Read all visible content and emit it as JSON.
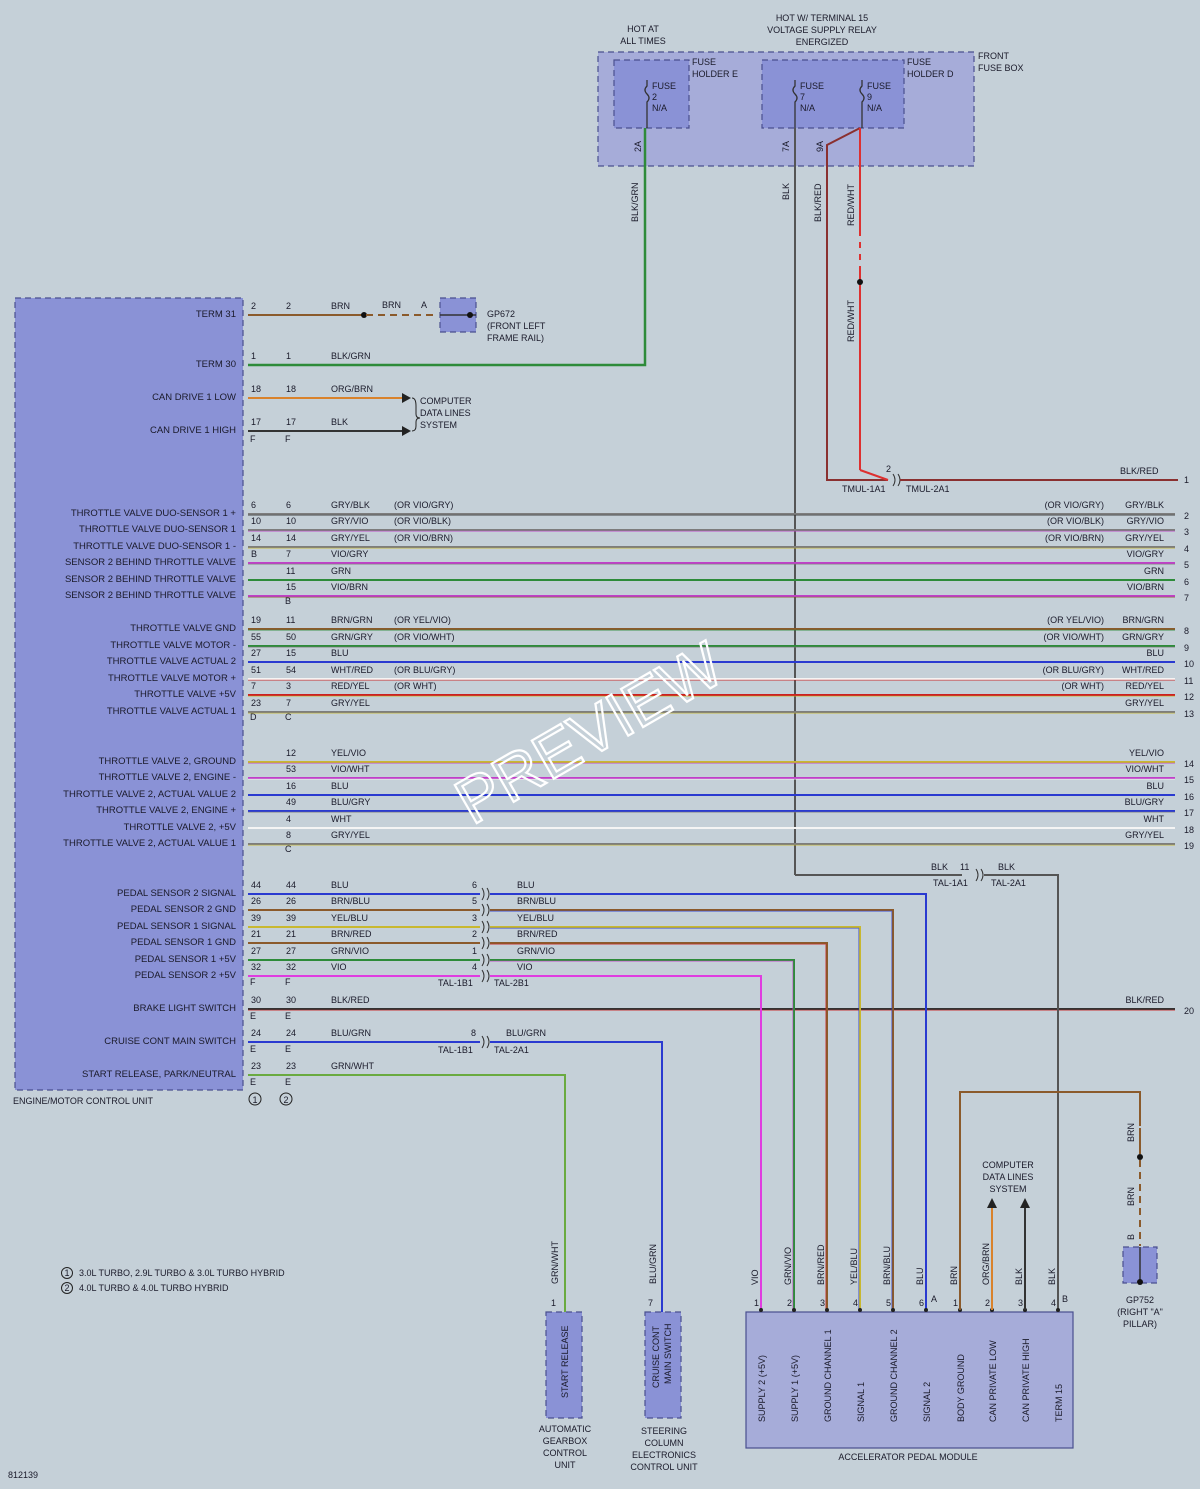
{
  "diagram_id": "812139",
  "watermark": "PREVIEW",
  "colors": {
    "BRN": "#8b5a2b",
    "BLK": "#333333",
    "ORG": "#d9822b",
    "GRY": "#7d7d7d",
    "VIO": "#c040c8",
    "GRN": "#2e8b3a",
    "YEL": "#c8b830",
    "BLU": "#2a3ad0",
    "WHT": "#f4f4f4",
    "RED": "#cc2020",
    "PINK": "#e03ce0"
  },
  "fuse_box": {
    "title_hot_always": [
      "HOT AT",
      "ALL TIMES"
    ],
    "title_hot_t15": [
      "HOT W/ TERMINAL 15",
      "VOLTAGE SUPPLY RELAY",
      "ENERGIZED"
    ],
    "name": [
      "FRONT",
      "FUSE BOX"
    ],
    "holder_e": [
      "FUSE",
      "HOLDER E"
    ],
    "holder_d": [
      "FUSE",
      "HOLDER D"
    ],
    "fuses": [
      {
        "label": [
          "FUSE",
          "2",
          "N/A"
        ],
        "pin": "2A",
        "wire": "BLK/GRN"
      },
      {
        "label": [
          "FUSE",
          "7",
          "N/A"
        ],
        "pin": "7A",
        "wire": "BLK"
      },
      {
        "label": [
          "FUSE",
          "9",
          "N/A"
        ],
        "pin": "9A",
        "wire": "BLK/RED"
      }
    ],
    "redwht": "RED/WHT"
  },
  "ecu": {
    "name": "ENGINE/MOTOR CONTROL UNIT",
    "foot1": "1",
    "foot2": "2",
    "rows": [
      {
        "label": "TERM 31",
        "p1": "2",
        "p2": "2",
        "wire": "BRN"
      },
      {
        "label": "TERM 30",
        "p1": "1",
        "p2": "1",
        "wire": "BLK/GRN"
      },
      {
        "label": "CAN DRIVE 1 LOW",
        "p1": "18",
        "p2": "18",
        "wire": "ORG/BRN"
      },
      {
        "label": "CAN DRIVE 1 HIGH",
        "p1": "17",
        "p2": "17",
        "wire": "BLK"
      },
      {
        "label": "THROTTLE VALVE DUO-SENSOR 1 +",
        "p1": "6",
        "p2": "6",
        "wire": "GRY/BLK",
        "alt": "(OR VIO/GRY)",
        "rwire": "GRY/BLK",
        "ralt": "(OR VIO/GRY)",
        "num": "2"
      },
      {
        "label": "THROTTLE VALVE DUO-SENSOR 1",
        "p1": "10",
        "p2": "10",
        "wire": "GRY/VIO",
        "alt": "(OR VIO/BLK)",
        "rwire": "GRY/VIO",
        "ralt": "(OR VIO/BLK)",
        "num": "3"
      },
      {
        "label": "THROTTLE VALVE DUO-SENSOR 1 -",
        "p1": "14",
        "p2": "14",
        "wire": "GRY/YEL",
        "alt": "(OR VIO/BRN)",
        "rwire": "GRY/YEL",
        "ralt": "(OR VIO/BRN)",
        "num": "4"
      },
      {
        "label": "SENSOR 2 BEHIND THROTTLE VALVE",
        "p1": "B",
        "p2": "7",
        "wire": "VIO/GRY",
        "rwire": "VIO/GRY",
        "num": "5"
      },
      {
        "label": "SENSOR 2 BEHIND THROTTLE VALVE",
        "p1": "",
        "p2": "11",
        "wire": "GRN",
        "rwire": "GRN",
        "num": "6"
      },
      {
        "label": "SENSOR 2 BEHIND THROTTLE VALVE",
        "p1": "",
        "p2": "15",
        "wire": "VIO/BRN",
        "rwire": "VIO/BRN",
        "num": "7"
      },
      {
        "label": "THROTTLE VALVE GND",
        "p1": "19",
        "p2": "11",
        "wire": "BRN/GRN",
        "alt": "(OR YEL/VIO)",
        "rwire": "BRN/GRN",
        "ralt": "(OR YEL/VIO)",
        "num": "8"
      },
      {
        "label": "THROTTLE VALVE MOTOR -",
        "p1": "55",
        "p2": "50",
        "wire": "GRN/GRY",
        "alt": "(OR VIO/WHT)",
        "rwire": "GRN/GRY",
        "ralt": "(OR VIO/WHT)",
        "num": "9"
      },
      {
        "label": "THROTTLE VALVE ACTUAL 2",
        "p1": "27",
        "p2": "15",
        "wire": "BLU",
        "rwire": "BLU",
        "num": "10"
      },
      {
        "label": "THROTTLE VALVE MOTOR +",
        "p1": "51",
        "p2": "54",
        "wire": "WHT/RED",
        "alt": "(OR BLU/GRY)",
        "rwire": "WHT/RED",
        "ralt": "(OR BLU/GRY)",
        "num": "11"
      },
      {
        "label": "THROTTLE VALVE +5V",
        "p1": "7",
        "p2": "3",
        "wire": "RED/YEL",
        "alt": "(OR WHT)",
        "rwire": "RED/YEL",
        "ralt": "(OR WHT)",
        "num": "12"
      },
      {
        "label": "THROTTLE VALVE ACTUAL 1",
        "p1": "23",
        "p2": "7",
        "wire": "GRY/YEL",
        "rwire": "GRY/YEL",
        "num": "13"
      },
      {
        "label": "THROTTLE VALVE 2, GROUND",
        "p1": "",
        "p2": "12",
        "wire": "YEL/VIO",
        "rwire": "YEL/VIO",
        "num": "14"
      },
      {
        "label": "THROTTLE VALVE 2, ENGINE -",
        "p1": "",
        "p2": "53",
        "wire": "VIO/WHT",
        "rwire": "VIO/WHT",
        "num": "15"
      },
      {
        "label": "THROTTLE VALVE 2, ACTUAL VALUE 2",
        "p1": "",
        "p2": "16",
        "wire": "BLU",
        "rwire": "BLU",
        "num": "16"
      },
      {
        "label": "THROTTLE VALVE 2, ENGINE +",
        "p1": "",
        "p2": "49",
        "wire": "BLU/GRY",
        "rwire": "BLU/GRY",
        "num": "17"
      },
      {
        "label": "THROTTLE VALVE 2, +5V",
        "p1": "",
        "p2": "4",
        "wire": "WHT",
        "rwire": "WHT",
        "num": "18"
      },
      {
        "label": "THROTTLE VALVE 2, ACTUAL VALUE 1",
        "p1": "",
        "p2": "8",
        "wire": "GRY/YEL",
        "rwire": "GRY/YEL",
        "num": "19"
      },
      {
        "label": "PEDAL SENSOR 2 SIGNAL",
        "p1": "44",
        "p2": "44",
        "wire": "BLU",
        "cp": "6",
        "cw": "BLU"
      },
      {
        "label": "PEDAL SENSOR 2 GND",
        "p1": "26",
        "p2": "26",
        "wire": "BRN/BLU",
        "cp": "5",
        "cw": "BRN/BLU"
      },
      {
        "label": "PEDAL SENSOR 1 SIGNAL",
        "p1": "39",
        "p2": "39",
        "wire": "YEL/BLU",
        "cp": "3",
        "cw": "YEL/BLU"
      },
      {
        "label": "PEDAL SENSOR 1 GND",
        "p1": "21",
        "p2": "21",
        "wire": "BRN/RED",
        "cp": "2",
        "cw": "BRN/RED"
      },
      {
        "label": "PEDAL SENSOR 1 +5V",
        "p1": "27",
        "p2": "27",
        "wire": "GRN/VIO",
        "cp": "1",
        "cw": "GRN/VIO"
      },
      {
        "label": "PEDAL SENSOR 2 +5V",
        "p1": "32",
        "p2": "32",
        "wire": "VIO",
        "cp": "4",
        "cw": "VIO"
      },
      {
        "label": "BRAKE LIGHT SWITCH",
        "p1": "30",
        "p2": "30",
        "wire": "BLK/RED",
        "rwire": "BLK/RED",
        "num": "20"
      },
      {
        "label": "CRUISE CONT MAIN SWITCH",
        "p1": "24",
        "p2": "24",
        "wire": "BLU/GRN",
        "cp": "8",
        "cw": "BLU/GRN"
      },
      {
        "label": "START RELEASE, PARK/NEUTRAL",
        "p1": "23",
        "p2": "23",
        "wire": "GRN/WHT"
      }
    ],
    "conn_letters": {
      "f1": "F",
      "f2": "F",
      "b1": "B",
      "b2": "B",
      "d1": "D",
      "c1": "C",
      "c2": "C",
      "pf1": "F",
      "pf2": "F",
      "e1": "E",
      "e2": "E",
      "e3": "E",
      "e4": "E",
      "e5": "E",
      "e6": "E"
    }
  },
  "gp672": {
    "label": [
      "GP672",
      "(FRONT LEFT",
      "FRAME RAIL)"
    ],
    "pin": "A",
    "wire": "BRN"
  },
  "cdls_top": [
    "COMPUTER",
    "DATA LINES",
    "SYSTEM"
  ],
  "tmul": {
    "pin": "2",
    "left": "TMUL-1A1",
    "right": "TMUL-2A1",
    "wire": "BLK/RED",
    "num": "1"
  },
  "tal_top": {
    "pin": "11",
    "left": "TAL-1A1",
    "right": "TAL-2A1",
    "w1": "BLK",
    "w2": "BLK"
  },
  "tal_pedal": {
    "left": "TAL-1B1",
    "right": "TAL-2B1"
  },
  "tal_cruise": {
    "left": "TAL-1B1",
    "right": "TAL-2A1"
  },
  "footnotes": [
    "3.0L TURBO, 2.9L TURBO & 3.0L TURBO HYBRID",
    "4.0L TURBO & 4.0L TURBO HYBRID"
  ],
  "agcu": {
    "label": "START RELEASE",
    "name": [
      "AUTOMATIC",
      "GEARBOX",
      "CONTROL",
      "UNIT"
    ],
    "pin": "1",
    "wire": "GRN/WHT"
  },
  "scecu": {
    "label": [
      "CRUISE CONT",
      "MAIN SWITCH"
    ],
    "name": [
      "STEERING",
      "COLUMN",
      "ELECTRONICS",
      "CONTROL UNIT"
    ],
    "pin": "7",
    "wire": "BLU/GRN"
  },
  "apm": {
    "name": "ACCELERATOR PEDAL MODULE",
    "pins": [
      {
        "pin": "1",
        "label": "SUPPLY 2 (+5V)",
        "wire": "VIO"
      },
      {
        "pin": "2",
        "label": "SUPPLY 1 (+5V)",
        "wire": "GRN/VIO"
      },
      {
        "pin": "3",
        "label": "GROUND CHANNEL 1",
        "wire": "BRN/RED"
      },
      {
        "pin": "4",
        "label": "SIGNAL 1",
        "wire": "YEL/BLU"
      },
      {
        "pin": "5",
        "label": "GROUND CHANNEL 2",
        "wire": "BRN/BLU"
      },
      {
        "pin": "6",
        "label": "SIGNAL 2",
        "wire": "BLU"
      },
      {
        "pin": "1",
        "label": "BODY GROUND",
        "wire": "BRN"
      },
      {
        "pin": "2",
        "label": "CAN PRIVATE LOW",
        "wire": "ORG/BRN"
      },
      {
        "pin": "3",
        "label": "CAN PRIVATE HIGH",
        "wire": "BLK"
      },
      {
        "pin": "4",
        "label": "TERM 15",
        "wire": "BLK"
      }
    ],
    "conn_a": "A",
    "conn_b": "B"
  },
  "cdls_bottom": [
    "COMPUTER",
    "DATA LINES",
    "SYSTEM"
  ],
  "gp752": {
    "label": [
      "GP752",
      "(RIGHT \"A\"",
      "PILLAR)"
    ],
    "pin": "B",
    "w1": "BRN",
    "w2": "BRN"
  }
}
